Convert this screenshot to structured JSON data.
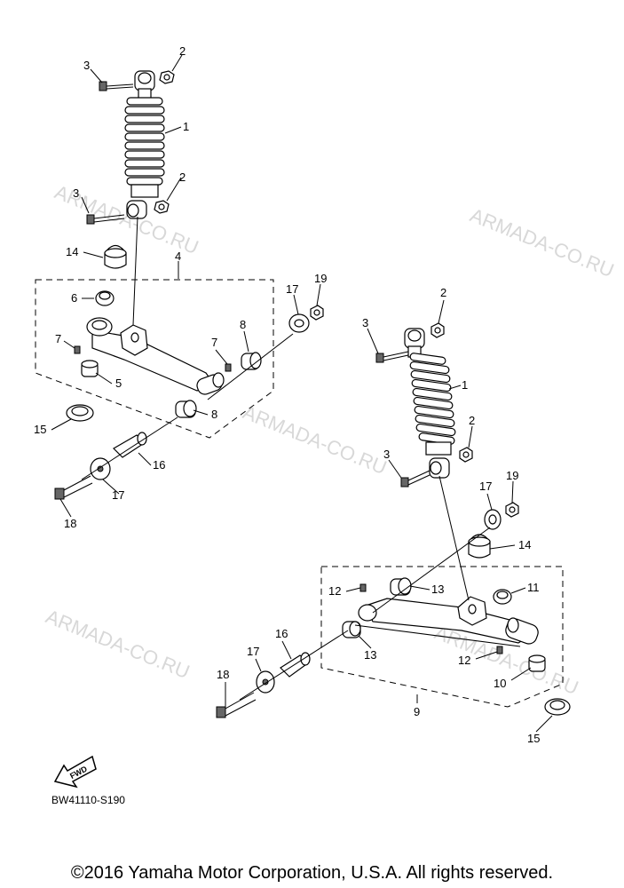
{
  "watermark": "ARMADA-CO.RU",
  "fwd_label": "FWD",
  "diagram_code": "BW41110-S190",
  "copyright": "©2016 Yamaha Motor Corporation, U.S.A. All rights reserved.",
  "left_callouts": [
    "1",
    "2",
    "2",
    "3",
    "3",
    "4",
    "5",
    "6",
    "7",
    "7",
    "8",
    "8",
    "14",
    "15",
    "16",
    "17",
    "17",
    "18",
    "19"
  ],
  "right_callouts": [
    "1",
    "2",
    "2",
    "3",
    "3",
    "9",
    "10",
    "11",
    "12",
    "12",
    "13",
    "13",
    "14",
    "15",
    "16",
    "17",
    "17",
    "18",
    "19"
  ]
}
